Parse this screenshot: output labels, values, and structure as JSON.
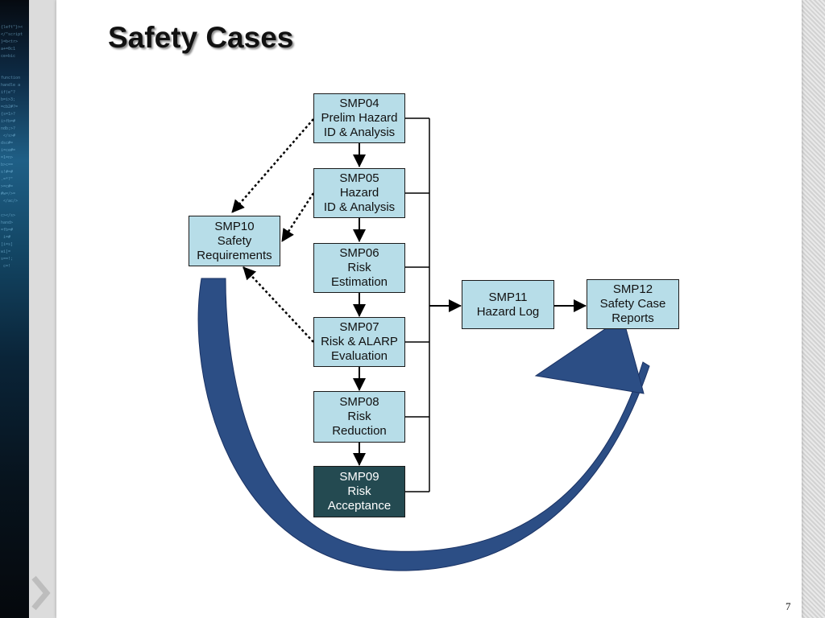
{
  "slide": {
    "title": "Safety Cases",
    "page_number": "7"
  },
  "nodes": {
    "smp04": {
      "id": "SMP04",
      "lines": [
        "Prelim Hazard",
        "ID & Analysis"
      ]
    },
    "smp05": {
      "id": "SMP05",
      "lines": [
        "Hazard",
        "ID & Analysis"
      ]
    },
    "smp06": {
      "id": "SMP06",
      "lines": [
        "Risk",
        "Estimation"
      ]
    },
    "smp07": {
      "id": "SMP07",
      "lines": [
        "Risk & ALARP",
        "Evaluation"
      ]
    },
    "smp08": {
      "id": "SMP08",
      "lines": [
        "Risk",
        "Reduction"
      ]
    },
    "smp09": {
      "id": "SMP09",
      "lines": [
        "Risk",
        "Acceptance"
      ]
    },
    "smp10": {
      "id": "SMP10",
      "lines": [
        "Safety",
        "Requirements"
      ]
    },
    "smp11": {
      "id": "SMP11",
      "lines": [
        "Hazard Log"
      ]
    },
    "smp12": {
      "id": "SMP12",
      "lines": [
        "Safety Case",
        "Reports"
      ]
    }
  },
  "colors": {
    "node_fill": "#b7dde8",
    "final_node_fill": "#244a51",
    "big_arrow": "#2c4e85"
  }
}
